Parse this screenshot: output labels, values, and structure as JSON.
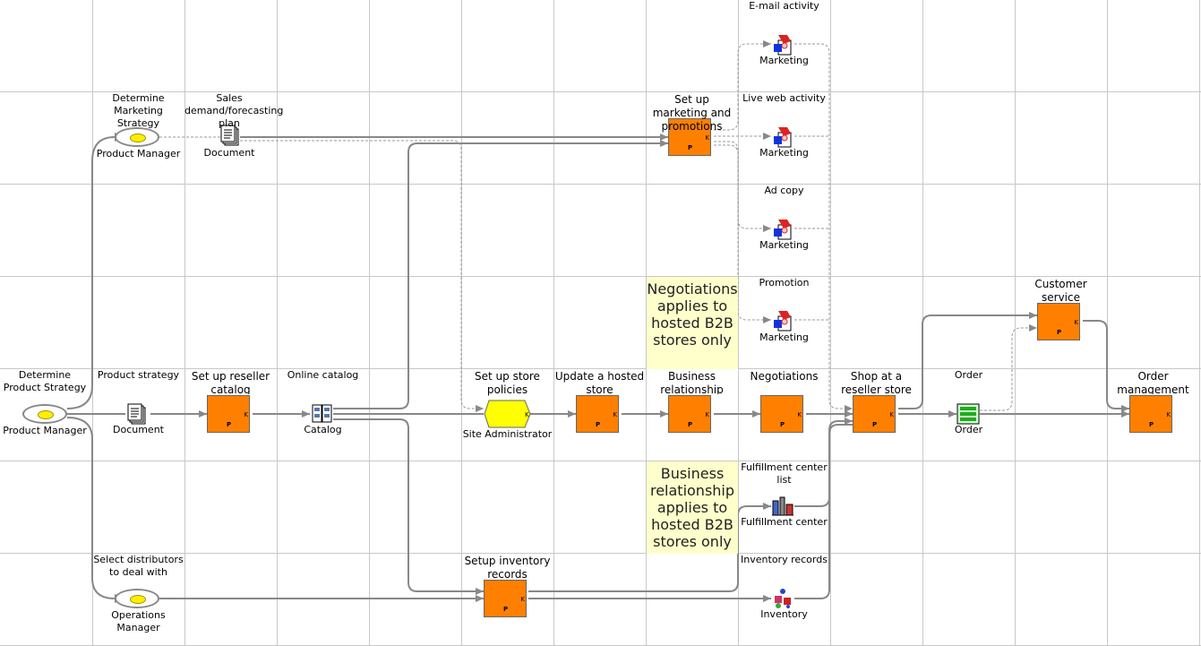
{
  "actors": {
    "product_manager_1": {
      "title": "Determine Product Strategy",
      "role": "Product Manager"
    },
    "product_manager_2": {
      "title": "Determine Marketing Strategy",
      "role": "Product Manager"
    },
    "operations_manager": {
      "title": "Select distributors to deal with",
      "role": "Operations Manager"
    },
    "site_admin": {
      "title": "Set up store policies",
      "role": "Site Administrator"
    }
  },
  "artifacts": {
    "doc_sales": {
      "title": "Sales demand/forecasting plan",
      "caption": "Document"
    },
    "doc_strategy": {
      "title": "Product strategy",
      "caption": "Document"
    },
    "catalog": {
      "title": "Online catalog",
      "caption": "Catalog"
    },
    "email": {
      "title": "E-mail activity",
      "caption": "Marketing"
    },
    "liveweb": {
      "title": "Live web activity",
      "caption": "Marketing"
    },
    "adcopy": {
      "title": "Ad copy",
      "caption": "Marketing"
    },
    "promotion": {
      "title": "Promotion",
      "caption": "Marketing"
    },
    "order": {
      "title": "Order",
      "caption": "Order"
    },
    "fulfillment": {
      "title": "Fulfillment center list",
      "caption": "Fulfillment center"
    },
    "inventory": {
      "title": "Inventory records",
      "caption": "Inventory"
    }
  },
  "tasks": {
    "reseller_catalog": "Set up reseller catalog",
    "marketing": "Set up marketing and promotions",
    "hosted_store": "Update a hosted store",
    "business_rel": "Business relationship",
    "negotiations": "Negotiations",
    "shop_reseller": "Shop at a reseller store",
    "customer_service": "Customer service",
    "order_mgmt": "Order management",
    "inventory_setup": "Setup inventory records"
  },
  "task_marker": "P",
  "task_corner_marker": "K",
  "notes": {
    "negotiations": "Negotiations applies to hosted B2B stores only",
    "business": "Business relationship applies to hosted B2B stores only"
  },
  "colors": {
    "task": "#ff8000",
    "note": "#ffffcc",
    "decision": "#ffff00",
    "grid": "#c8c8c8",
    "line": "#808080"
  }
}
